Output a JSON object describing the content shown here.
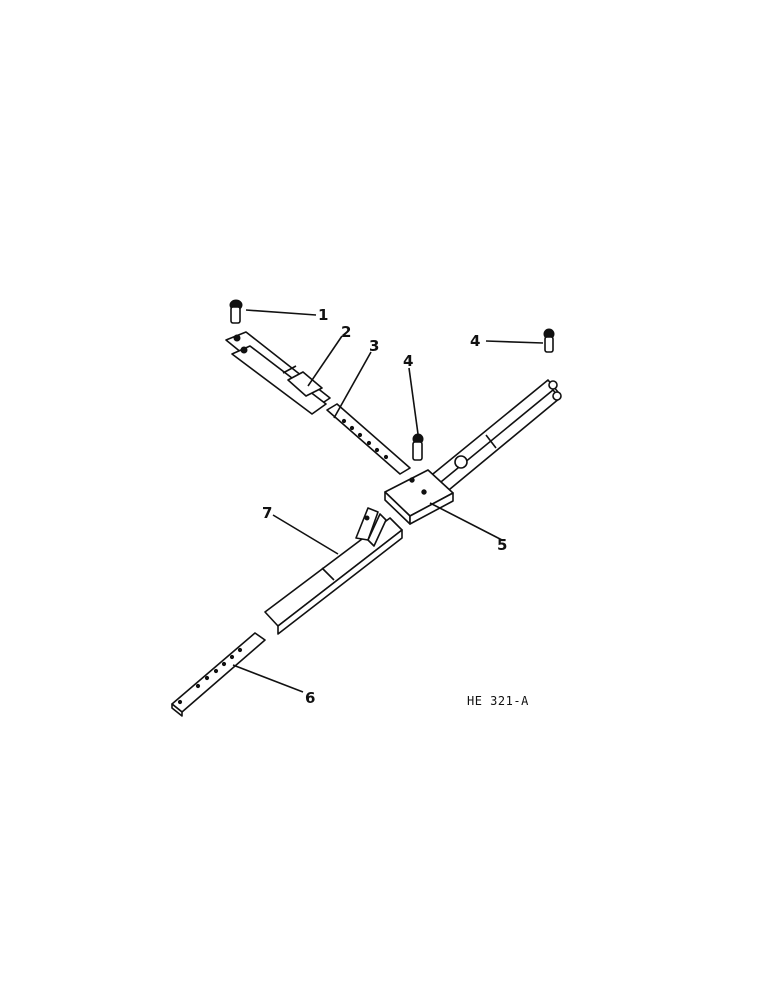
{
  "diagram": {
    "reference_code": "HE 321-A",
    "callouts": [
      {
        "id": "c1",
        "label": "1"
      },
      {
        "id": "c2",
        "label": "2"
      },
      {
        "id": "c3",
        "label": "3"
      },
      {
        "id": "c4a",
        "label": "4"
      },
      {
        "id": "c4b",
        "label": "4"
      },
      {
        "id": "c5",
        "label": "5"
      },
      {
        "id": "c6",
        "label": "6"
      },
      {
        "id": "c7",
        "label": "7"
      }
    ]
  }
}
